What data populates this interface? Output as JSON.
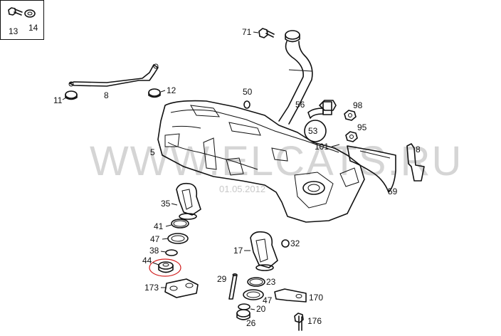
{
  "labels": {
    "l13": "13",
    "l14": "14",
    "l71": "71",
    "l8a": "8",
    "l11": "11",
    "l12": "12",
    "l50": "50",
    "l56": "56",
    "l98": "98",
    "l53": "53",
    "l95": "95",
    "l101": "101",
    "l5": "5",
    "l8b": "8",
    "l59": "59",
    "l35": "35",
    "l41": "41",
    "l47a": "47",
    "l38": "38",
    "l44": "44",
    "l173": "173",
    "l17": "17",
    "l32": "32",
    "l29": "29",
    "l23": "23",
    "l170": "170",
    "l47b": "47",
    "l20": "20",
    "l26": "26",
    "l176": "176"
  },
  "watermark": {
    "text": "WWW.ELCATS.RU",
    "code": "01.05.2012"
  },
  "highlight_color": "#d22020"
}
